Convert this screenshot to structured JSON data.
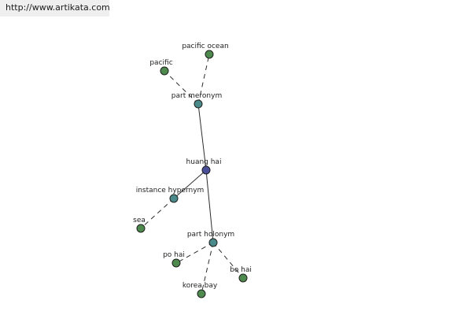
{
  "source_url": "http://www.artikata.com",
  "colors": {
    "center_node": "#4a4f9a",
    "relation_node": "#4a8a8a",
    "term_node": "#4e8a4e"
  },
  "graph": {
    "center": {
      "label": "huang hai"
    },
    "relations": {
      "meronym": {
        "label": "part meronym"
      },
      "hypernym": {
        "label": "instance hypernym"
      },
      "holonym": {
        "label": "part holonym"
      }
    },
    "terms": {
      "pacific": {
        "label": "pacific"
      },
      "pacific_ocean": {
        "label": "pacific ocean"
      },
      "sea": {
        "label": "sea"
      },
      "po_hai_left": {
        "label": "po hai"
      },
      "po_hai_right": {
        "label": "bo hai"
      },
      "korea_bay": {
        "label": "korea bay"
      }
    }
  }
}
